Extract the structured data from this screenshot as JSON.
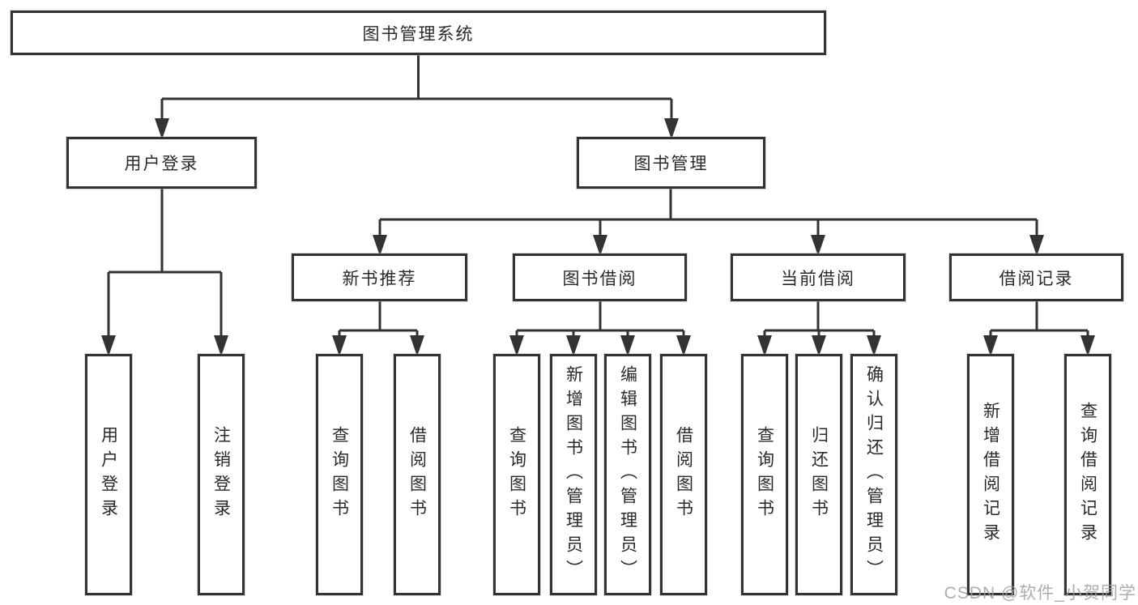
{
  "diagram": {
    "root": {
      "label": "图书管理系统"
    },
    "branches": [
      {
        "label": "用户登录",
        "children": [
          {
            "label": "用户登录"
          },
          {
            "label": "注销登录"
          }
        ]
      },
      {
        "label": "图书管理",
        "children": [
          {
            "label": "新书推荐",
            "children": [
              {
                "label": "查询图书"
              },
              {
                "label": "借阅图书"
              }
            ]
          },
          {
            "label": "图书借阅",
            "children": [
              {
                "label": "查询图书"
              },
              {
                "label": "新增图书（管理员）"
              },
              {
                "label": "编辑图书（管理员）"
              },
              {
                "label": "借阅图书"
              }
            ]
          },
          {
            "label": "当前借阅",
            "children": [
              {
                "label": "查询图书"
              },
              {
                "label": "归还图书"
              },
              {
                "label": "确认归还（管理员）"
              }
            ]
          },
          {
            "label": "借阅记录",
            "children": [
              {
                "label": "新增借阅记录"
              },
              {
                "label": "查询借阅记录"
              }
            ]
          }
        ]
      }
    ]
  },
  "watermark": "CSDN @软件_小贺同学",
  "colors": {
    "line": "#333333",
    "text": "#2a2a2a",
    "background": "#ffffff",
    "watermark": "#9e9ea3"
  }
}
